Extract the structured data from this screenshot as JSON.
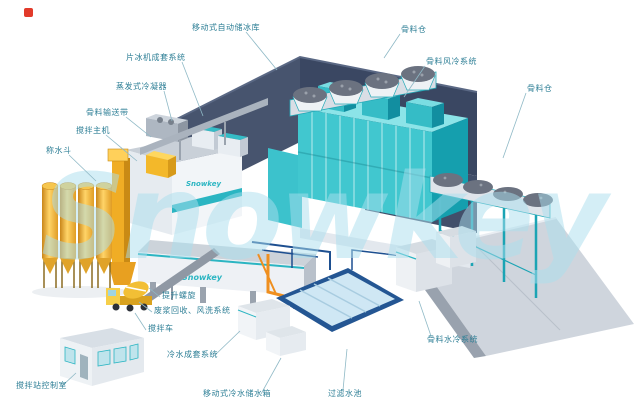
{
  "brand": {
    "name": "Snowkey"
  },
  "watermark": {
    "text": "Snowkey",
    "color": "#aadfee"
  },
  "logo_mark": {
    "color": "#e23a2a"
  },
  "palette": {
    "teal_accent": "#2bb5c2",
    "plant_teal": "#41c7cf",
    "dark_structure": "#47546e",
    "silo_yellow": "#f0ad25",
    "pool_blue": "#245693",
    "ramp_gray": "#cfd5dd",
    "rock_gray": "#6b7280",
    "label_text": "#2e7f96"
  },
  "labels": [
    {
      "id": "ice-storage",
      "text": "移动式自动储冰库"
    },
    {
      "id": "aggregate-bin-top",
      "text": "骨料仓"
    },
    {
      "id": "aggregate-air-cooling",
      "text": "骨料风冷系统"
    },
    {
      "id": "aggregate-bin-right",
      "text": "骨料仓"
    },
    {
      "id": "flake-ice-system",
      "text": "片冰机成套系统"
    },
    {
      "id": "evaporative-condenser",
      "text": "蒸发式冷凝器"
    },
    {
      "id": "aggregate-conveyor",
      "text": "骨料输送带"
    },
    {
      "id": "mixer-host",
      "text": "搅拌主机"
    },
    {
      "id": "water-weighing-hopper",
      "text": "称水斗"
    },
    {
      "id": "lifting-screw",
      "text": "提升螺旋"
    },
    {
      "id": "slurry-air-wash-system",
      "text": "废浆回收、风洗系统"
    },
    {
      "id": "mixer-truck",
      "text": "搅拌车"
    },
    {
      "id": "cold-water-system",
      "text": "冷水成套系统"
    },
    {
      "id": "control-room",
      "text": "搅拌站控制室"
    },
    {
      "id": "cold-water-tank",
      "text": "移动式冷水储水箱"
    },
    {
      "id": "filter-pool",
      "text": "过滤水池"
    },
    {
      "id": "aggregate-water-cooling",
      "text": "骨料水冷系统"
    }
  ]
}
